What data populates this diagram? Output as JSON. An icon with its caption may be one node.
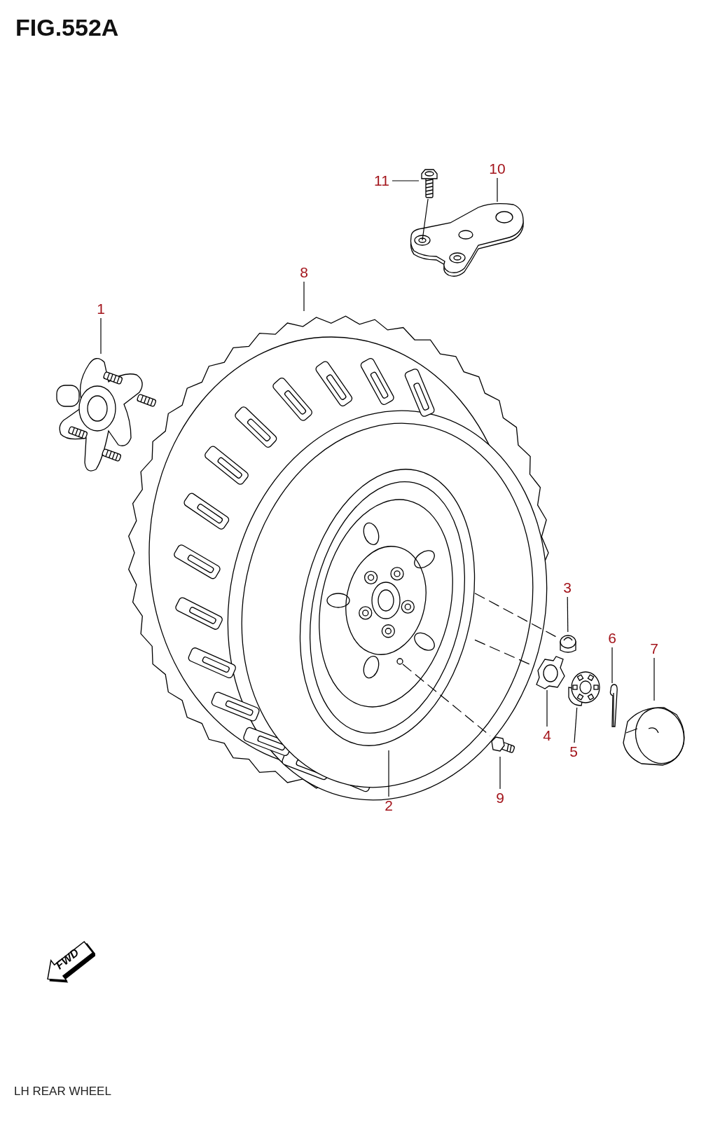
{
  "diagram": {
    "title": "FIG.552A",
    "caption": "LH REAR WHEEL",
    "nodes": [
      {
        "text": [
          "10"
        ]
      },
      {
        "text": [
          "11"
        ]
      },
      {
        "text": [],
        "shape": "picture"
      },
      {
        "text": [],
        "shape": "picture"
      },
      {
        "text": [
          "8"
        ]
      },
      {
        "text": [
          "1"
        ]
      },
      {
        "text": [],
        "shape": "picture"
      },
      {
        "text": [],
        "shape": "picture"
      },
      {
        "text": [],
        "shape": "picture",
        "in": 7
      },
      {
        "text": [
          "3"
        ]
      },
      {
        "text": [],
        "shape": "picture"
      },
      {
        "text": [
          "6"
        ]
      },
      {
        "text": [
          "7"
        ]
      },
      {
        "text": [],
        "shape": "picture"
      },
      {
        "text": [],
        "shape": "picture"
      },
      {
        "text": [],
        "shape": "picture"
      },
      {
        "text": [],
        "shape": "picture"
      },
      {
        "text": [
          "4"
        ]
      },
      {
        "text": [
          "5"
        ]
      },
      {
        "text": [],
        "shape": "picture"
      },
      {
        "text": [
          "2"
        ]
      },
      {
        "text": [
          "9"
        ]
      }
    ],
    "edges": [
      {
        "from": 5,
        "to": 6,
        "arrow": "none"
      },
      {
        "from": 20,
        "to": 8,
        "arrow": "none"
      },
      {
        "from": 9,
        "to": 10,
        "arrow": "none"
      },
      {
        "from": 17,
        "to": 13,
        "arrow": "none"
      },
      {
        "from": 18,
        "to": 14,
        "arrow": "none"
      },
      {
        "from": 11,
        "to": 15,
        "arrow": "none"
      },
      {
        "from": 12,
        "to": 16,
        "arrow": "none"
      },
      {
        "from": 4,
        "to": 7,
        "arrow": "none"
      },
      {
        "from": 21,
        "to": 19,
        "arrow": "none"
      },
      {
        "from": 0,
        "to": 3,
        "arrow": "none"
      },
      {
        "from": 1,
        "to": 2,
        "arrow": "none"
      },
      {
        "from": 2,
        "to": 3,
        "arrow": "none"
      },
      {
        "from": 8,
        "to": 10,
        "arrow": "none",
        "style": "dashed"
      },
      {
        "from": 8,
        "to": 13,
        "arrow": "none",
        "style": "dashed"
      },
      {
        "from": 8,
        "to": 19,
        "arrow": "none",
        "style": "dashed"
      }
    ],
    "labels": [
      "FWD"
    ]
  }
}
